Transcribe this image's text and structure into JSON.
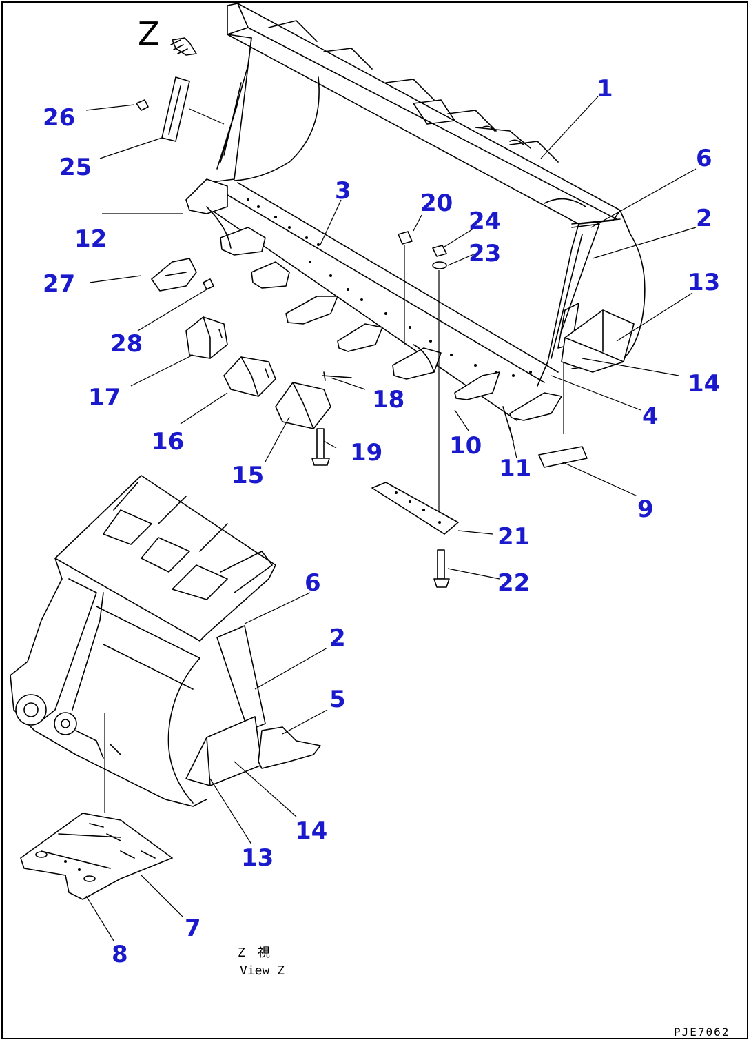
{
  "diagram": {
    "view_arrow_label": "Z",
    "view_caption_jp": "Z　視",
    "view_caption_en": "View Z",
    "drawing_code": "PJE7062",
    "callout_color": "#1a1acc",
    "callouts": [
      "1",
      "2",
      "3",
      "4",
      "5",
      "6",
      "7",
      "8",
      "9",
      "10",
      "11",
      "12",
      "13",
      "14",
      "15",
      "16",
      "17",
      "18",
      "19",
      "20",
      "21",
      "22",
      "23",
      "24",
      "25",
      "26",
      "27",
      "28",
      "6",
      "2",
      "13",
      "14"
    ]
  }
}
